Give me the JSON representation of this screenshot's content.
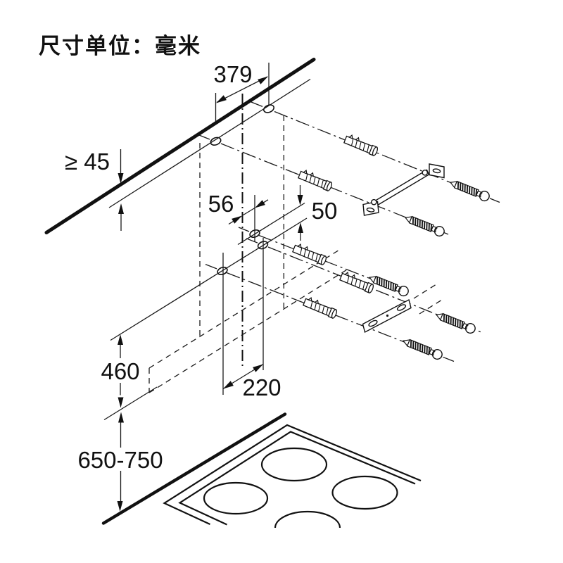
{
  "title": "尺寸单位：毫米",
  "dimensions": {
    "top_hole_spacing": "379",
    "min_top_clearance": "≥ 45",
    "center_to_hole": "56",
    "hole_vertical_offset": "50",
    "hood_body_height": "460",
    "lower_hole_spacing": "220",
    "cooktop_clearance": "650-750"
  },
  "colors": {
    "line": "#111111",
    "background": "#ffffff"
  }
}
